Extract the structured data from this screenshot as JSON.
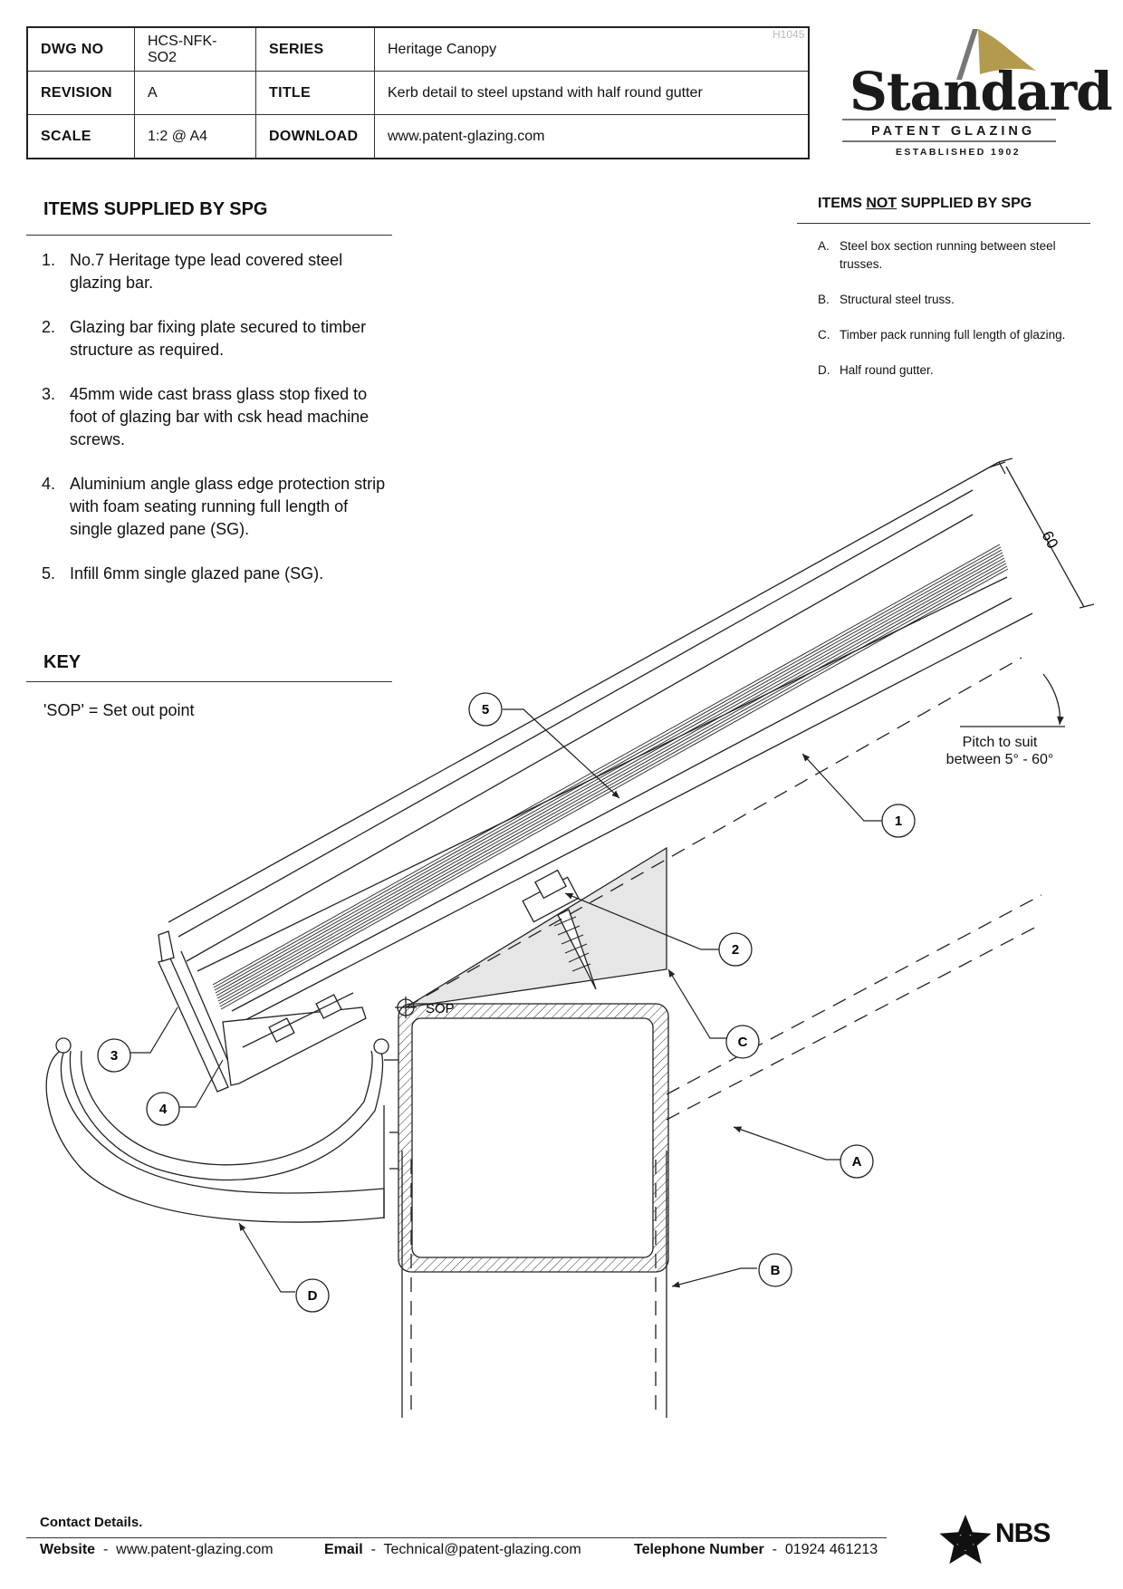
{
  "title_block": {
    "dwg_no_label": "DWG NO",
    "dwg_no": "HCS-NFK-SO2",
    "series_label": "SERIES",
    "series": "Heritage Canopy",
    "revision_label": "REVISION",
    "revision": "A",
    "title_label": "TITLE",
    "title": "Kerb detail to steel upstand with half round gutter",
    "scale_label": "SCALE",
    "scale": "1:2 @ A4",
    "download_label": "DOWNLOAD",
    "download": "www.patent-glazing.com",
    "ref": "H1045"
  },
  "logo": {
    "word": "Standard",
    "sub": "PATENT GLAZING",
    "established": "ESTABLISHED 1902",
    "flag_color": "#b39a4f"
  },
  "supplied": {
    "heading": "ITEMS SUPPLIED BY SPG",
    "items": [
      {
        "num": "1.",
        "text": "No.7 Heritage type lead covered steel glazing bar."
      },
      {
        "num": "2.",
        "text": "Glazing bar fixing plate secured to timber structure as required."
      },
      {
        "num": "3.",
        "text": "45mm wide cast brass glass stop fixed to foot of glazing bar with csk head machine screws."
      },
      {
        "num": "4.",
        "text": "Aluminium angle glass edge protection strip with foam seating running full length of single glazed pane (SG)."
      },
      {
        "num": "5.",
        "text": "Infill 6mm single glazed pane (SG)."
      }
    ]
  },
  "not_supplied": {
    "heading_pre": "ITEMS ",
    "heading_u": "NOT",
    "heading_post": " SUPPLIED BY SPG",
    "items": [
      {
        "num": "A.",
        "text": "Steel box section running between steel trusses."
      },
      {
        "num": "B.",
        "text": "Structural steel truss."
      },
      {
        "num": "C.",
        "text": "Timber pack running full length of glazing."
      },
      {
        "num": "D.",
        "text": "Half round gutter."
      }
    ]
  },
  "key": {
    "heading": "KEY",
    "text": "'SOP' = Set out point"
  },
  "drawing": {
    "dimension": "60",
    "pitch_line1": "Pitch to suit",
    "pitch_line2": "between 5° - 60°",
    "sop_label": "SOP",
    "callouts": [
      "5",
      "1",
      "2",
      "3",
      "4",
      "C",
      "A",
      "B",
      "D"
    ]
  },
  "contact": {
    "title": "Contact Details.",
    "website_label": "Website",
    "website": "www.patent-glazing.com",
    "email_label": "Email",
    "email": "Technical@patent-glazing.com",
    "phone_label": "Telephone Number",
    "phone": "01924 461213",
    "separator": "-"
  },
  "nbs": {
    "text": "NBS"
  }
}
